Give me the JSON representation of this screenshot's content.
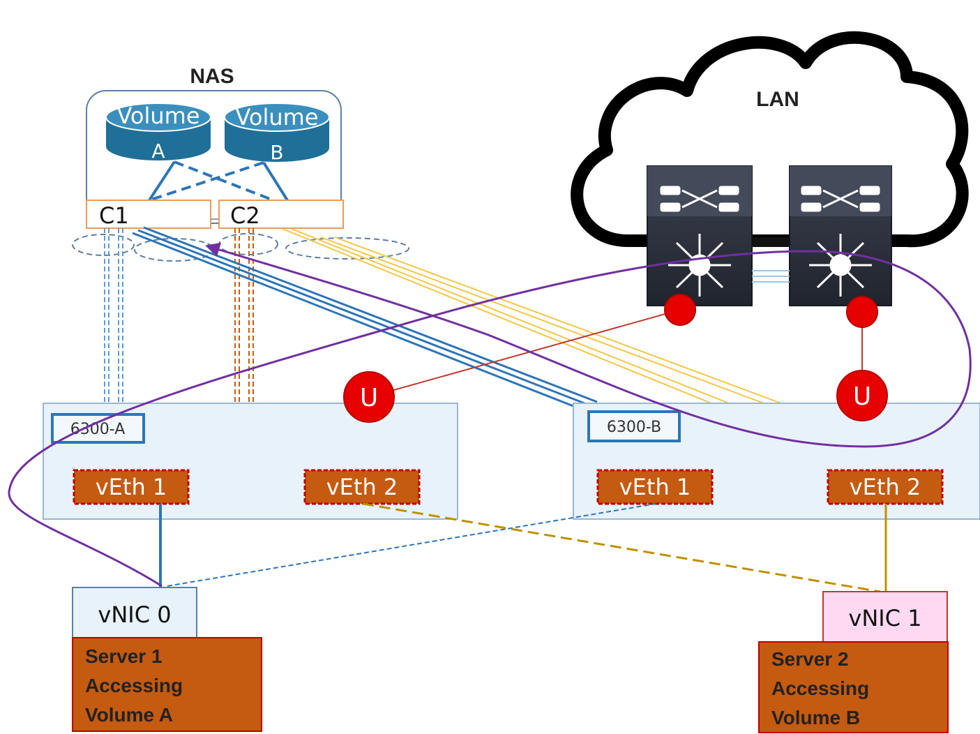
{
  "nas": {
    "title": "NAS",
    "volume_a": {
      "line1": "Volume",
      "line2": "A"
    },
    "volume_b": {
      "line1": "Volume",
      "line2": "B"
    },
    "controller_1": "C1",
    "controller_2": "C2"
  },
  "lan": {
    "title": "LAN"
  },
  "fabric_a": {
    "label": "6300-A",
    "veth1": "vEth 1",
    "veth2": "vEth 2",
    "uplink_badge": "U"
  },
  "fabric_b": {
    "label": "6300-B",
    "veth1": "vEth 1",
    "veth2": "vEth 2",
    "uplink_badge": "U"
  },
  "server_1": {
    "vnic": "vNIC 0",
    "line1": "Server 1",
    "line2": "Accessing",
    "line3": "Volume A"
  },
  "server_2": {
    "vnic": "vNIC 1",
    "line1": "Server 2",
    "line2": "Accessing",
    "line3": "Volume B"
  },
  "colors": {
    "volume": "#1f6f98",
    "fabric_fill": "#e8f2fa",
    "fabric_border": "#9ab7d3",
    "veth_fill": "#c55a11",
    "veth_border": "#c00000",
    "server_fill": "#c55a11",
    "vnic0_fill": "#e8f2fa",
    "vnic1_fill": "#ffd9f2",
    "purple_path": "#7030a0",
    "blue_link": "#2e75b6",
    "yellow_link": "#f2c744",
    "gold_link": "#bf9000",
    "orange_link": "#c55a11",
    "red_uplink": "#d62b2b",
    "switch_fill": "#2f3440"
  },
  "icons": [
    "cloud-icon",
    "switch-icon",
    "storage-volume-icon"
  ]
}
